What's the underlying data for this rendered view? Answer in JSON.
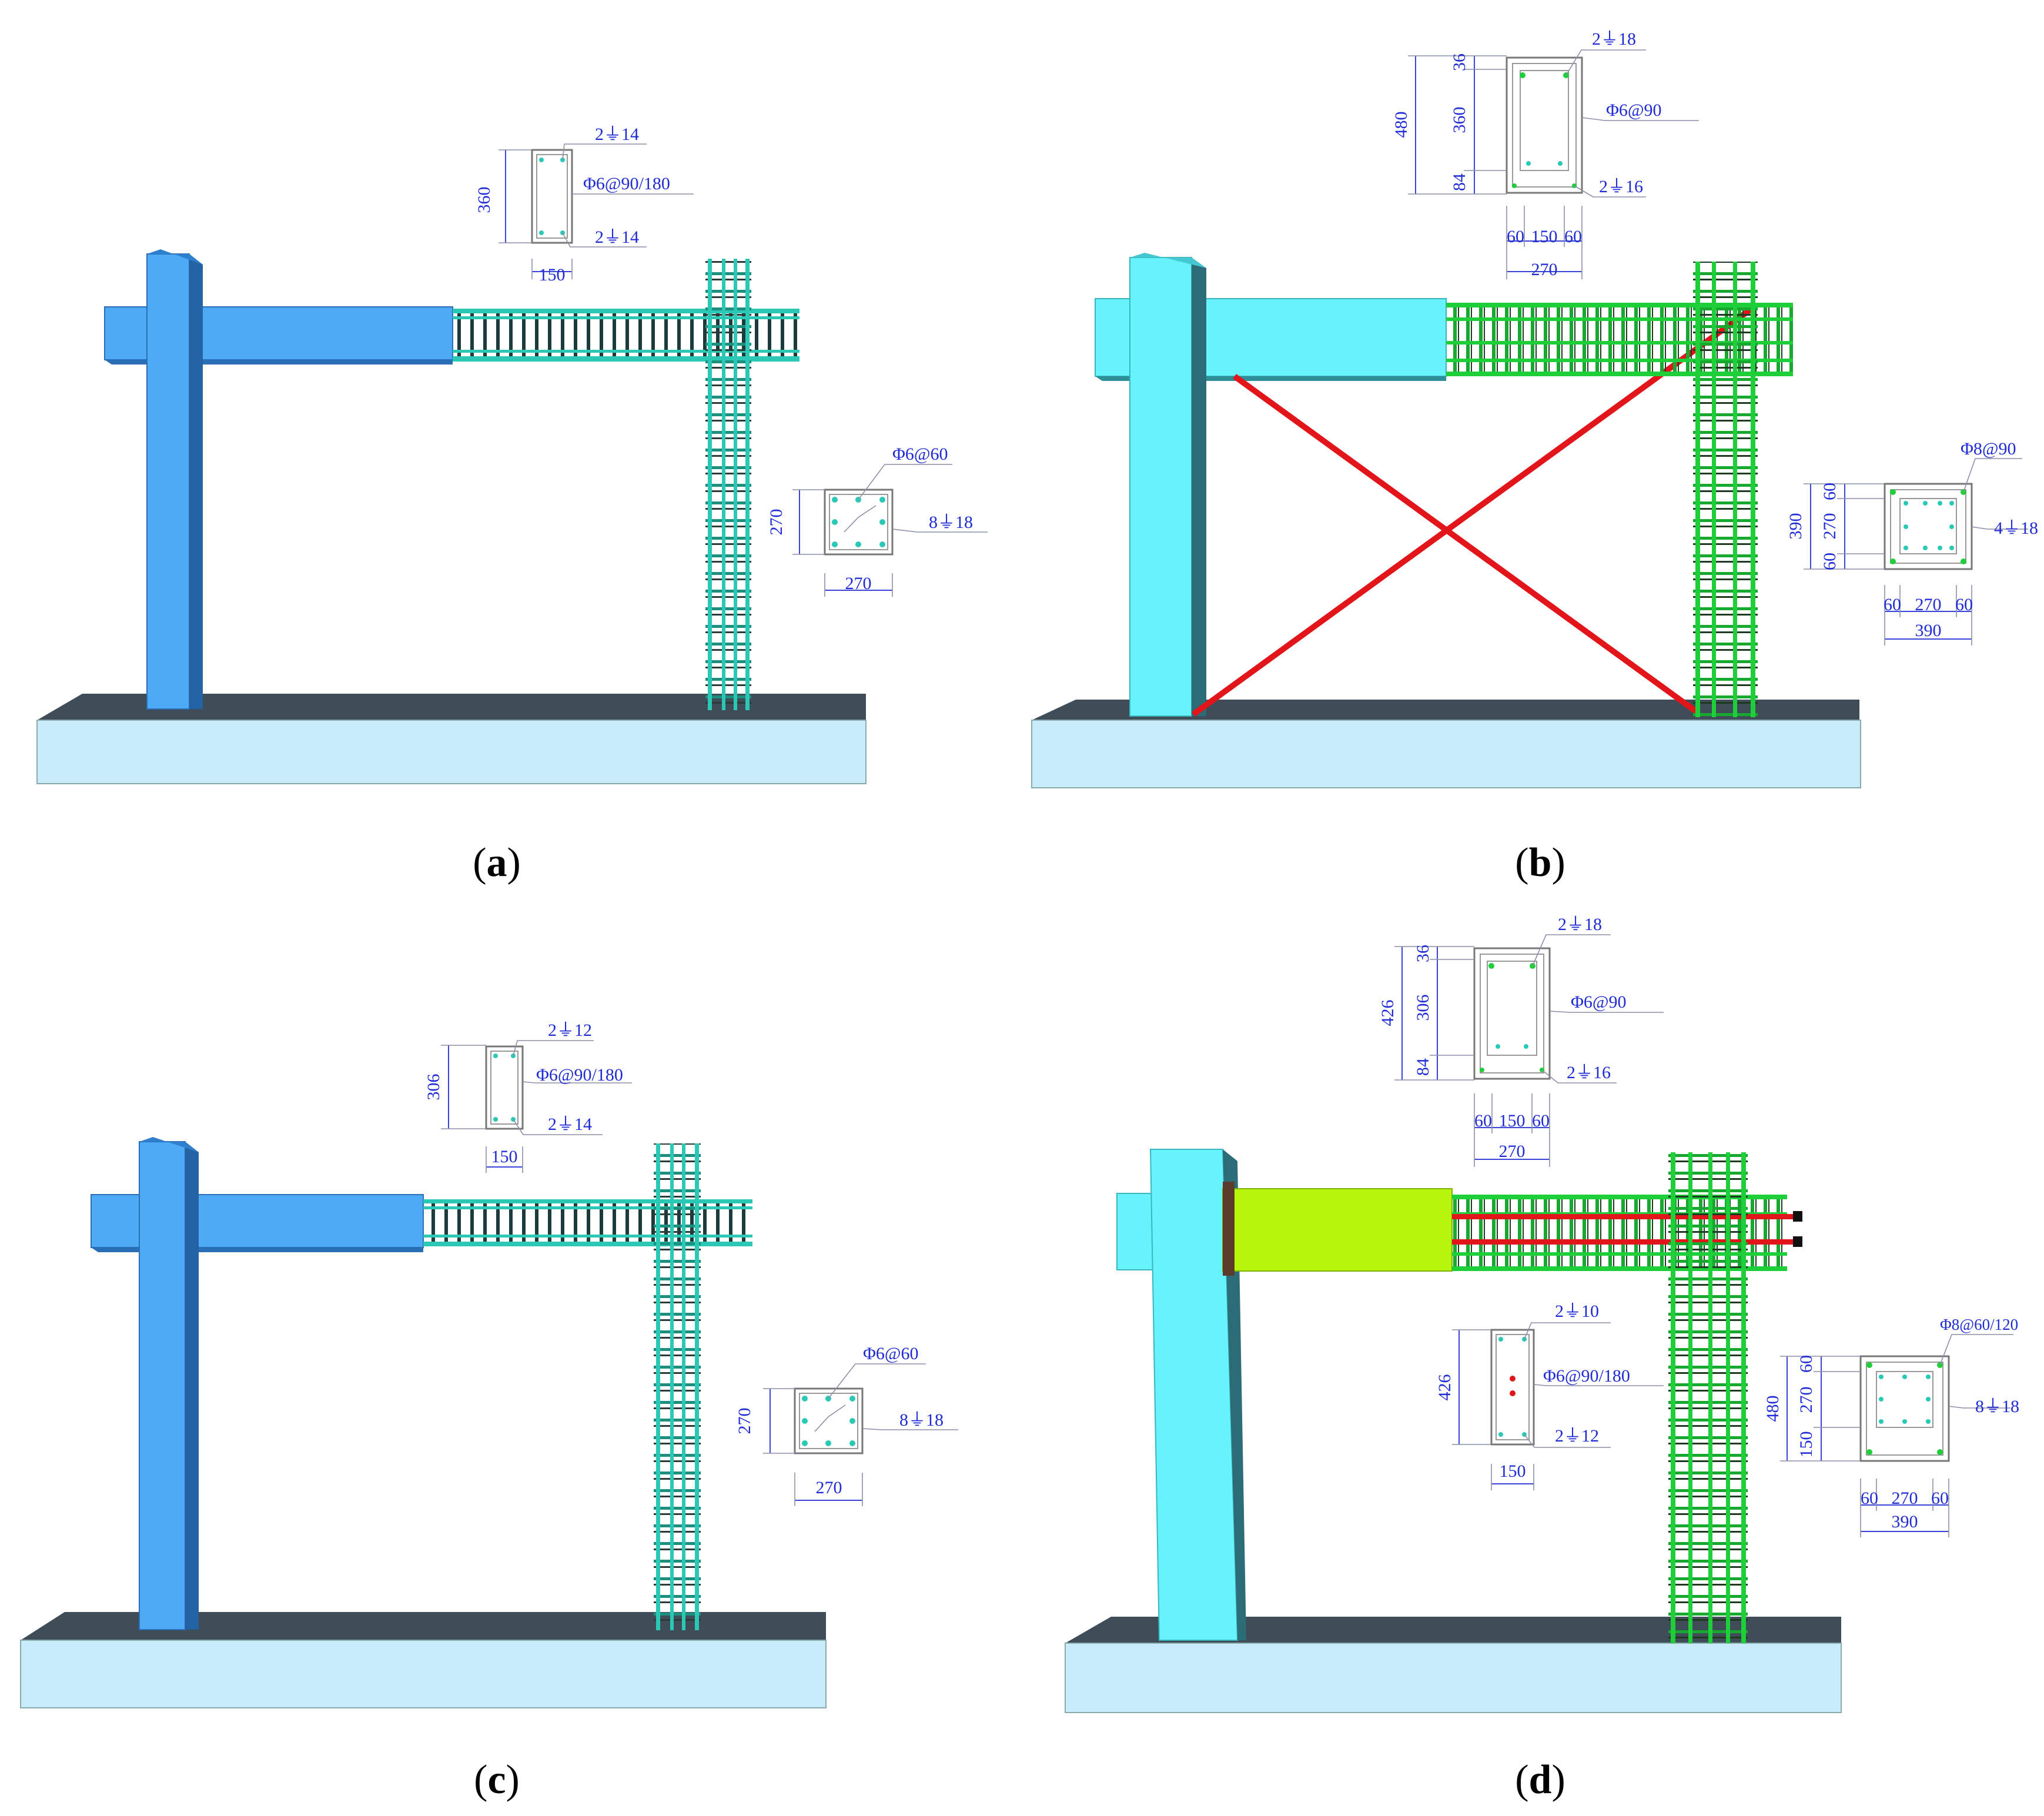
{
  "panels": [
    {
      "caption": "a",
      "beam_section": {
        "height": "360",
        "width": "150",
        "top_bars": "2⏚14",
        "stirrups": "Φ6@90/180",
        "bottom_bars": "2⏚14"
      },
      "column_section": {
        "side": "270",
        "width": "270",
        "stirrups": "Φ6@60",
        "bars": "8⏚18"
      }
    },
    {
      "caption": "b",
      "beam_section": {
        "total": "480",
        "d_top": "36",
        "d_mid": "360",
        "d_bot": "84",
        "w_left": "60",
        "w_mid": "150",
        "w_right": "60",
        "w_total": "270",
        "top_bars": "2⏚18",
        "stirrups": "Φ6@90",
        "bottom_bars": "2⏚16"
      },
      "column_section": {
        "total": "390",
        "d_top": "60",
        "d_mid": "270",
        "d_bot": "60",
        "w_left": "60",
        "w_mid": "270",
        "w_right": "60",
        "w_total": "390",
        "stirrups": "Φ8@90",
        "bars": "4⏚18"
      }
    },
    {
      "caption": "c",
      "beam_section": {
        "height": "306",
        "width": "150",
        "top_bars": "2⏚12",
        "stirrups": "Φ6@90/180",
        "bottom_bars": "2⏚14"
      },
      "column_section": {
        "side": "270",
        "width": "270",
        "stirrups": "Φ6@60",
        "bars": "8⏚18"
      }
    },
    {
      "caption": "d",
      "beam_section": {
        "total": "426",
        "d_top": "36",
        "d_mid": "306",
        "d_bot": "84",
        "w_left": "60",
        "w_mid": "150",
        "w_right": "60",
        "w_total": "270",
        "top_bars": "2⏚18",
        "stirrups": "Φ6@90",
        "bottom_bars": "2⏚16"
      },
      "beam_section_2": {
        "height": "426",
        "width": "150",
        "top_bars": "2⏚10",
        "stirrups": "Φ6@90/180",
        "bottom_bars": "2⏚12"
      },
      "column_section": {
        "total": "480",
        "d_top": "60",
        "d_mid": "270",
        "d_bot": "150",
        "w_left": "60",
        "w_mid": "270",
        "w_right": "60",
        "w_total": "390",
        "stirrups": "Φ8@60/120",
        "bars": "8⏚18"
      }
    }
  ],
  "colors": {
    "column_blue": "#4faaf5",
    "column_cyan": "#66f3fb",
    "slab_top": "#3f4d59",
    "slab_face": "#c9ecfa",
    "rebar_teal": "#2bc9b5",
    "rebar_green": "#1fcf3a",
    "brace_red": "#e2161a",
    "retrofit_yellow": "#b8f50c",
    "dim_blue": "#1f2bd6"
  }
}
